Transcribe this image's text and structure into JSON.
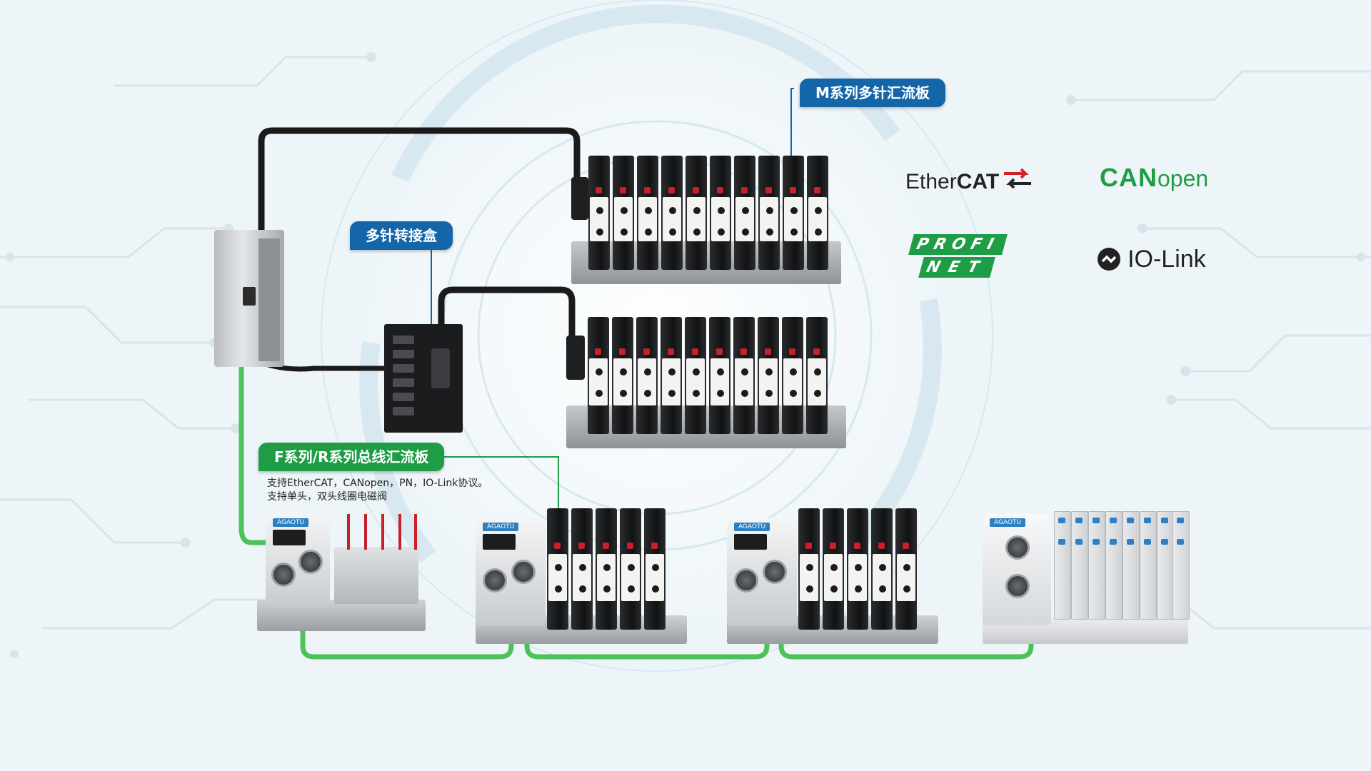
{
  "callouts": {
    "m_series": "M系列多针汇流板",
    "adapter_box": "多针转接盒",
    "f_series": "F系列/R系列总线汇流板"
  },
  "description": {
    "line1": "支持EtherCAT，CANopen，PN，IO-Link协议。",
    "line2": "支持单头，双头线圈电磁阀"
  },
  "brand": "AGAOTU",
  "logos": {
    "ethercat_a": "Ether",
    "ethercat_b": "CAT",
    "canopen_a": "CAN",
    "canopen_b": "open",
    "profinet_a": "PROFI",
    "profinet_b": "NET",
    "iolink": "IO-Link"
  },
  "colors": {
    "blue_callout": "#1466a8",
    "green_callout": "#1f9c46",
    "green_cable": "#4fc15b",
    "black_cable": "#1a1a1a",
    "ethercat_red": "#d3222a",
    "canopen_green": "#1f9c46",
    "profinet_green": "#1f9c46"
  }
}
